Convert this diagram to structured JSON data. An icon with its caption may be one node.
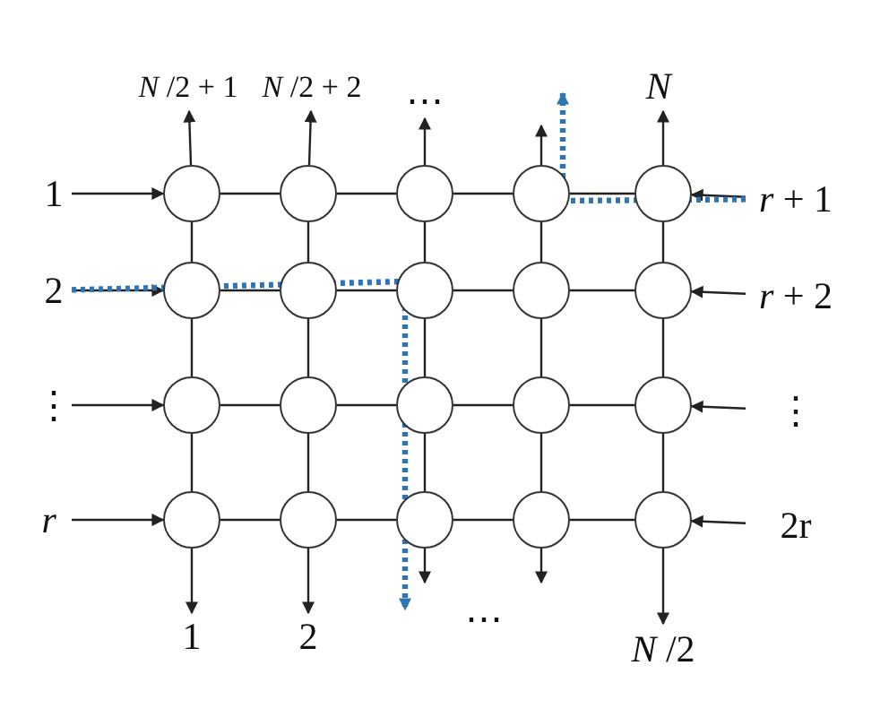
{
  "diagram": {
    "nodes": [
      {
        "text": [
          "*N*/2 + 1"
        ]
      },
      {
        "text": [
          "*N*/2 + 2"
        ]
      },
      {
        "text": [
          "⋯"
        ]
      },
      {
        "text": [
          "*N*"
        ]
      },
      {
        "text": [
          "1"
        ]
      },
      {
        "text": [],
        "shape": "circle"
      },
      {
        "text": [],
        "shape": "circle"
      },
      {
        "text": [],
        "shape": "circle"
      },
      {
        "text": [],
        "shape": "circle"
      },
      {
        "text": [],
        "shape": "circle"
      },
      {
        "text": [
          "*r* + 1"
        ]
      },
      {
        "text": [
          "2"
        ]
      },
      {
        "text": [],
        "shape": "circle"
      },
      {
        "text": [],
        "shape": "circle"
      },
      {
        "text": [],
        "shape": "circle"
      },
      {
        "text": [],
        "shape": "circle"
      },
      {
        "text": [],
        "shape": "circle"
      },
      {
        "text": [
          "*r* + 2"
        ]
      },
      {
        "text": [
          "⋮"
        ]
      },
      {
        "text": [],
        "shape": "circle"
      },
      {
        "text": [],
        "shape": "circle"
      },
      {
        "text": [],
        "shape": "circle"
      },
      {
        "text": [],
        "shape": "circle"
      },
      {
        "text": [],
        "shape": "circle"
      },
      {
        "text": [
          "⋮"
        ]
      },
      {
        "text": [
          "*r*"
        ]
      },
      {
        "text": [],
        "shape": "circle"
      },
      {
        "text": [],
        "shape": "circle"
      },
      {
        "text": [],
        "shape": "circle"
      },
      {
        "text": [],
        "shape": "circle"
      },
      {
        "text": [],
        "shape": "circle"
      },
      {
        "text": [
          "2r"
        ]
      },
      {
        "text": [
          "1"
        ]
      },
      {
        "text": [
          "2"
        ]
      },
      {
        "text": [
          "*N*/2"
        ]
      }
    ],
    "edges": [
      {
        "from": 5,
        "to": 0,
        "arrow": "to"
      },
      {
        "from": 6,
        "to": 1,
        "arrow": "to"
      },
      {
        "from": 7,
        "to": 2,
        "arrow": "to"
      },
      {
        "from": 8,
        "to": null,
        "arrow": "to"
      },
      {
        "from": 9,
        "to": 3,
        "arrow": "to"
      },
      {
        "from": 4,
        "to": 5,
        "arrow": "to"
      },
      {
        "from": 11,
        "to": 12,
        "arrow": "to"
      },
      {
        "from": 18,
        "to": 19,
        "arrow": "to"
      },
      {
        "from": 25,
        "to": 26,
        "arrow": "to"
      },
      {
        "from": 10,
        "to": 9,
        "arrow": "to"
      },
      {
        "from": 17,
        "to": 16,
        "arrow": "to"
      },
      {
        "from": 24,
        "to": 23,
        "arrow": "to"
      },
      {
        "from": 31,
        "to": 30,
        "arrow": "to"
      },
      {
        "from": 5,
        "to": 6,
        "arrow": "none"
      },
      {
        "from": 6,
        "to": 7,
        "arrow": "none"
      },
      {
        "from": 7,
        "to": 8,
        "arrow": "none"
      },
      {
        "from": 8,
        "to": 9,
        "arrow": "none"
      },
      {
        "from": 12,
        "to": 13,
        "arrow": "none"
      },
      {
        "from": 13,
        "to": 14,
        "arrow": "none"
      },
      {
        "from": 14,
        "to": 15,
        "arrow": "none"
      },
      {
        "from": 15,
        "to": 16,
        "arrow": "none"
      },
      {
        "from": 19,
        "to": 20,
        "arrow": "none"
      },
      {
        "from": 20,
        "to": 21,
        "arrow": "none"
      },
      {
        "from": 21,
        "to": 22,
        "arrow": "none"
      },
      {
        "from": 22,
        "to": 23,
        "arrow": "none"
      },
      {
        "from": 26,
        "to": 27,
        "arrow": "none"
      },
      {
        "from": 27,
        "to": 28,
        "arrow": "none"
      },
      {
        "from": 28,
        "to": 29,
        "arrow": "none"
      },
      {
        "from": 29,
        "to": 30,
        "arrow": "none"
      },
      {
        "from": 5,
        "to": 12,
        "arrow": "none"
      },
      {
        "from": 6,
        "to": 13,
        "arrow": "none"
      },
      {
        "from": 7,
        "to": 14,
        "arrow": "none"
      },
      {
        "from": 8,
        "to": 15,
        "arrow": "none"
      },
      {
        "from": 9,
        "to": 16,
        "arrow": "none"
      },
      {
        "from": 12,
        "to": 19,
        "arrow": "none"
      },
      {
        "from": 13,
        "to": 20,
        "arrow": "none"
      },
      {
        "from": 14,
        "to": 21,
        "arrow": "none"
      },
      {
        "from": 15,
        "to": 22,
        "arrow": "none"
      },
      {
        "from": 16,
        "to": 23,
        "arrow": "none"
      },
      {
        "from": 19,
        "to": 26,
        "arrow": "none"
      },
      {
        "from": 20,
        "to": 27,
        "arrow": "none"
      },
      {
        "from": 21,
        "to": 28,
        "arrow": "none"
      },
      {
        "from": 22,
        "to": 29,
        "arrow": "none"
      },
      {
        "from": 23,
        "to": 30,
        "arrow": "none"
      },
      {
        "from": 26,
        "to": 32,
        "arrow": "to"
      },
      {
        "from": 27,
        "to": 33,
        "arrow": "to"
      },
      {
        "from": 28,
        "to": null,
        "arrow": "to"
      },
      {
        "from": 29,
        "to": null,
        "arrow": "to"
      },
      {
        "from": 30,
        "to": 34,
        "arrow": "to"
      },
      {
        "from": 11,
        "to": null,
        "arrow": "to",
        "style": "dashed",
        "color": "#2e75b6"
      },
      {
        "from": 10,
        "to": null,
        "arrow": "to",
        "style": "dashed",
        "color": "#2e75b6"
      }
    ],
    "labels": [
      "⋯"
    ]
  }
}
